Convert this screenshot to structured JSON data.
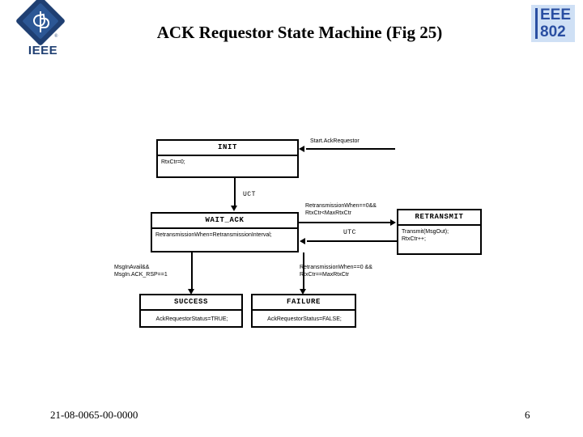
{
  "header": {
    "title": "ACK Requestor State Machine (Fig 25)",
    "logo_wordmark": "IEEE",
    "logo_reg": "®",
    "badge_line1": "EEE",
    "badge_line2": "802",
    "badge_bg": "#cfe0f5",
    "badge_fg": "#2a4fa2",
    "logo_color": "#1f3f72"
  },
  "diagram": {
    "states": [
      {
        "id": "init",
        "title": "INIT",
        "body": "RtxCtr=0;"
      },
      {
        "id": "wait_ack",
        "title": "WAIT_ACK",
        "body": "RetransmissionWhen=RetransmissionInterval;"
      },
      {
        "id": "retransmit",
        "title": "RETRANSMIT",
        "body_line1": "Transmit(MsgOut);",
        "body_line2": "RtxCtr++;"
      },
      {
        "id": "success",
        "title": "SUCCESS",
        "body": "AckRequestorStatus=TRUE;"
      },
      {
        "id": "failure",
        "title": "FAILURE",
        "body": "AckRequestorStatus=FALSE;"
      }
    ],
    "transitions": {
      "start": "Start.AckRequestor",
      "init_to_wait": "UCT",
      "wait_to_retransmit": "RetransmissionWhen==0&&\nRtxCtr<MaxRtxCtr",
      "retransmit_to_wait": "UTC",
      "wait_to_success": "MsgInAvail&&\nMsgIn.ACK_RSP==1",
      "wait_to_failure": "RetransmissionWhen==0 &&\nRtxCtr==MaxRtxCtr"
    }
  },
  "footer": {
    "doc_number": "21-08-0065-00-0000",
    "page_number": "6"
  }
}
